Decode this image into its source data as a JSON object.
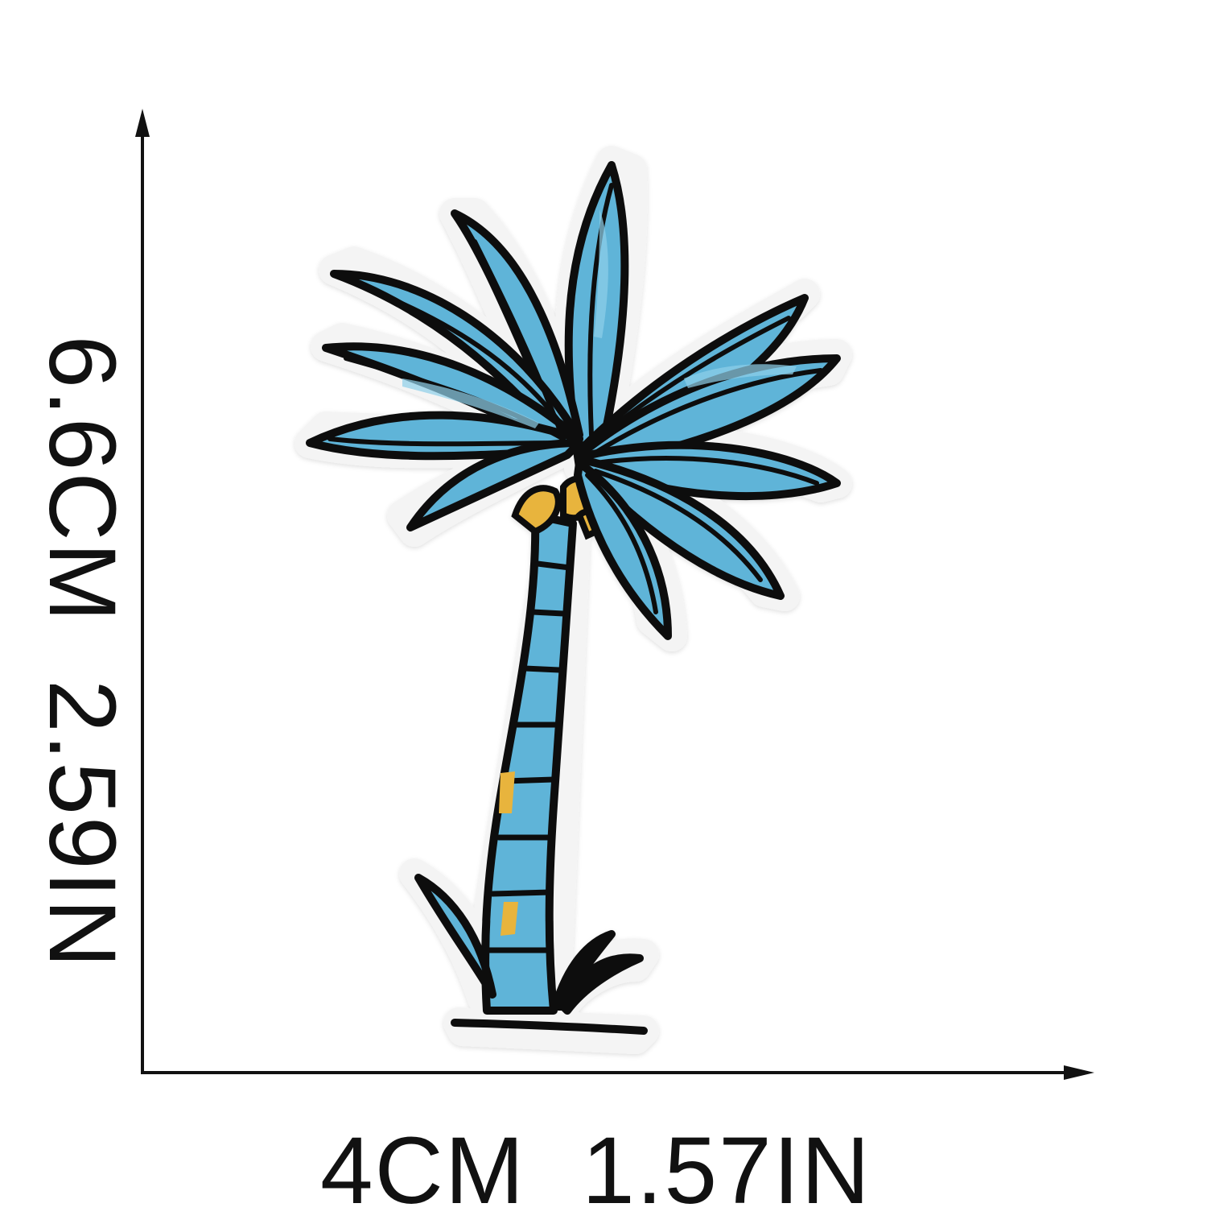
{
  "dimensions": {
    "width_cm": "4CM",
    "width_in": "1.57IN",
    "height_cm": "6.6CM",
    "height_in": "2.59IN"
  },
  "product": {
    "icon": "palm-tree-patch-icon"
  },
  "colors": {
    "background": "#ffffff",
    "ink": "#111111",
    "leaf_blue": "#5fb4d8",
    "leaf_blue_light": "#8fd0ea",
    "trunk_gold": "#e8b43c",
    "patch_border": "#f2f2f2"
  }
}
